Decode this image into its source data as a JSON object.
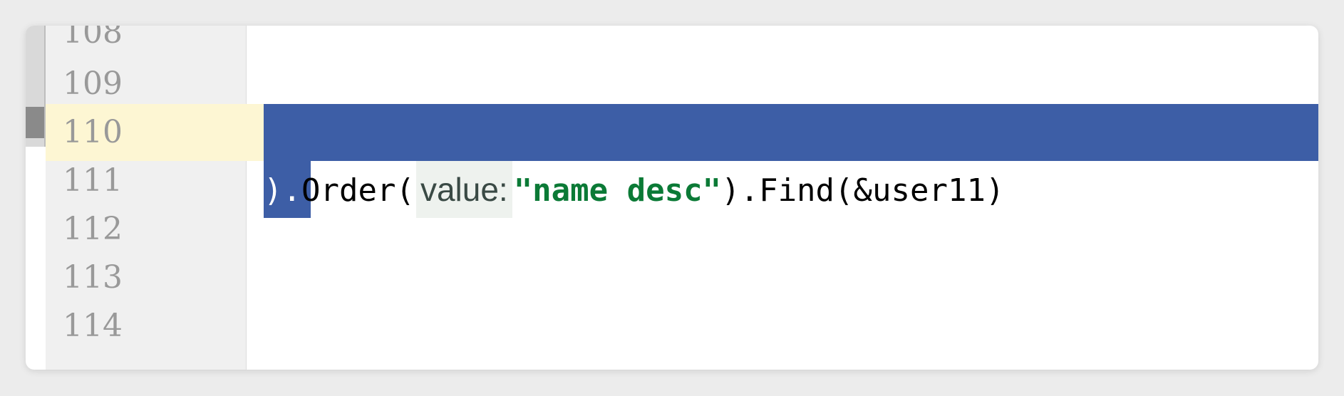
{
  "gutter": {
    "line_numbers": [
      "108",
      "109",
      "110",
      "111",
      "112",
      "113",
      "114"
    ]
  },
  "editor": {
    "current_line": "110",
    "line_111": {
      "selected_prefix": ").",
      "method": "Order(",
      "param_hint": "value:",
      "string_literal": "\"name desc\"",
      "suffix": ").Find(&user11)"
    }
  },
  "colors": {
    "selection": "#3d5ea6",
    "current_line_highlight": "#fdf6d3",
    "string": "#0b7a36",
    "line_number": "#999999"
  }
}
